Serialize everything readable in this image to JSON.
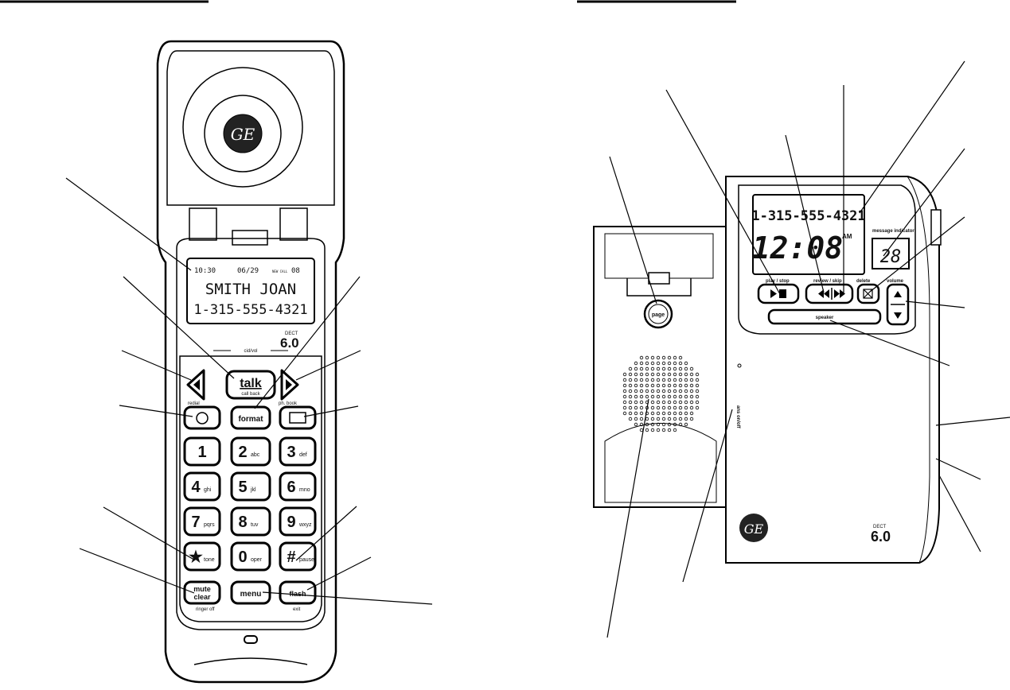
{
  "handset": {
    "logo": "GE",
    "lcd": {
      "status_time": "10:30",
      "status_date": "06/29",
      "status_calls_label": "NEW CALL",
      "status_calls": "08",
      "name": "SMITH JOAN",
      "number": "1-315-555-4321"
    },
    "dect_badge": "DECT",
    "dect_value": "6.0",
    "cid_vol_label": "cid/vol",
    "talk_label": "talk",
    "talk_sub": "call back",
    "redial_label": "redial",
    "format_label": "format",
    "phbook_label": "ph. book",
    "keys": [
      {
        "digit": "1",
        "letters": ""
      },
      {
        "digit": "2",
        "letters": "abc"
      },
      {
        "digit": "3",
        "letters": "def"
      },
      {
        "digit": "4",
        "letters": "ghi"
      },
      {
        "digit": "5",
        "letters": "jkl"
      },
      {
        "digit": "6",
        "letters": "mno"
      },
      {
        "digit": "7",
        "letters": "pqrs"
      },
      {
        "digit": "8",
        "letters": "tuv"
      },
      {
        "digit": "9",
        "letters": "wxyz"
      },
      {
        "digit": "★",
        "letters": "tone"
      },
      {
        "digit": "0",
        "letters": "oper"
      },
      {
        "digit": "#",
        "letters": "pause"
      }
    ],
    "mute_label": "mute",
    "clear_label": "clear",
    "ringer_off_label": "ringer off",
    "menu_label": "menu",
    "flash_label": "flash",
    "exit_label": "exit"
  },
  "base": {
    "lcd_number": "1-315-555-4321",
    "lcd_time": "12:08",
    "lcd_ampm": "AM",
    "message_indicator_label": "message indicator",
    "message_count": "28",
    "play_stop_label": "play / stop",
    "review_skip_label": "review / skip",
    "delete_label": "delete",
    "volume_label": "volume",
    "speaker_label": "speaker",
    "page_label": "page",
    "ans_label": "ans on/off",
    "logo": "GE",
    "dect_badge": "DECT",
    "dect_value": "6.0"
  }
}
